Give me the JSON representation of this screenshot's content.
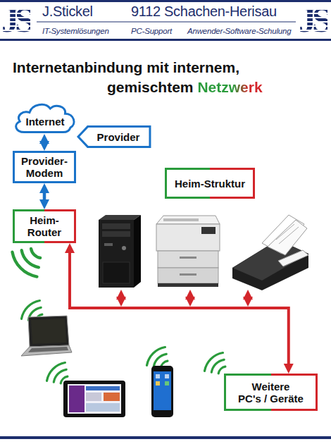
{
  "diagram": {
    "title": "Internetanbindung mit internem, gemischtem Netzwerk",
    "nodes": [
      {
        "text": [
          "Internet"
        ]
      },
      {
        "text": [
          "Provider"
        ]
      },
      {
        "text": [
          "Provider- Modem"
        ]
      },
      {
        "text": [
          "Heim- Router"
        ]
      },
      {
        "text": [
          "Heim-Struktur"
        ]
      },
      {
        "text": [
          "Weitere PC's / Geräte"
        ]
      }
    ],
    "edges": [
      {
        "from": 0,
        "to": 2,
        "arrow": "both"
      },
      {
        "from": 2,
        "to": 3,
        "arrow": "both"
      },
      {
        "from": 3,
        "to": 5,
        "arrow": "both"
      }
    ],
    "labels": [
      "JS",
      "J.Stickel",
      "9112 Schachen-Herisau",
      "JS",
      "IT-Systemlösungen",
      "PC-Support",
      "Anwender-Software-Schulung"
    ]
  }
}
